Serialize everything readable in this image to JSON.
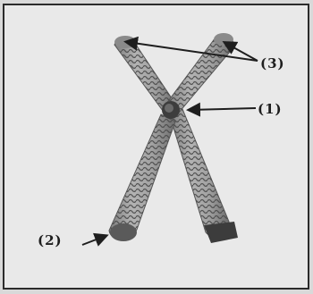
{
  "labels": {
    "centromere": "(1)",
    "telomere": "(2)",
    "chromatid_arms": "(3)"
  },
  "colors": {
    "background": "#e9e9e9",
    "chromosome_fill": "#9a9a9a",
    "chromosome_band": "#4a4a4a",
    "arrow": "#1e1e1e"
  }
}
